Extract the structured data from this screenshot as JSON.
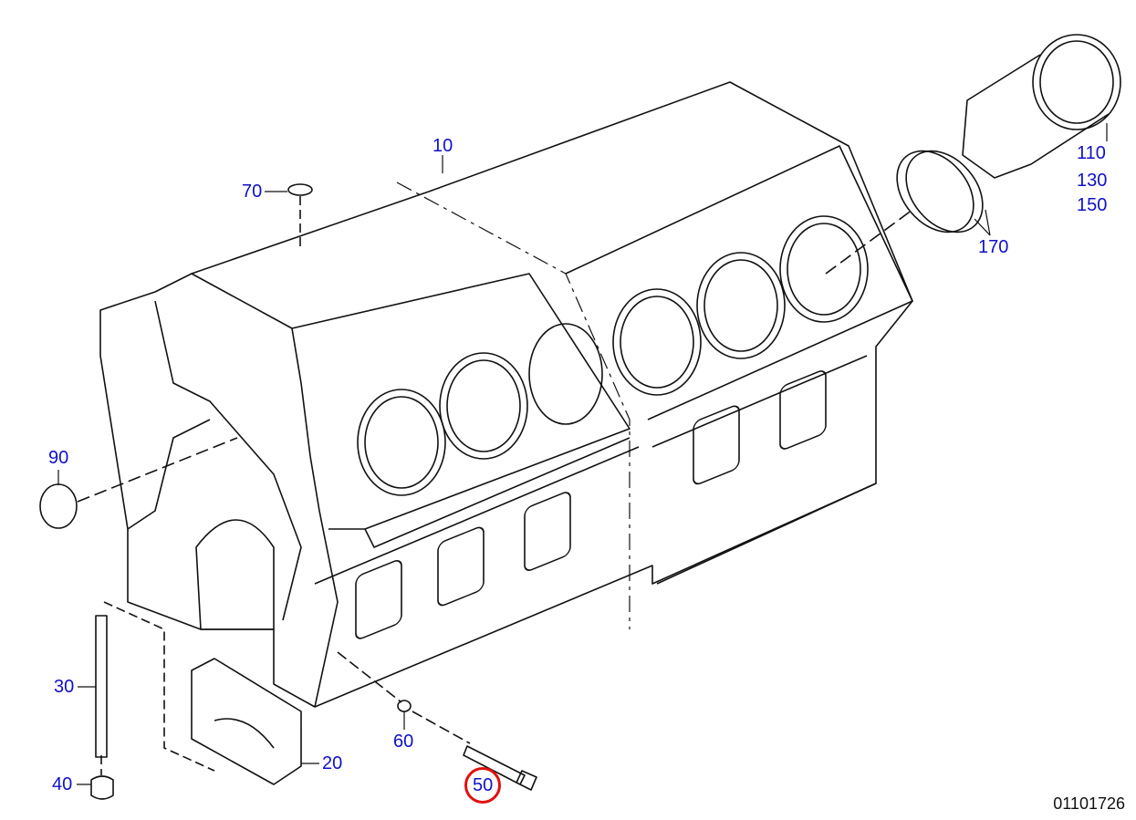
{
  "diagram": {
    "drawing_number": "01101726",
    "highlight_color": "#e01010",
    "label_color": "#1010c8",
    "highlighted_part": "50",
    "callouts": [
      {
        "id": "10",
        "part": "engine-block"
      },
      {
        "id": "20",
        "part": "main-bearing-cap"
      },
      {
        "id": "30",
        "part": "stud"
      },
      {
        "id": "40",
        "part": "nut"
      },
      {
        "id": "50",
        "part": "bolt"
      },
      {
        "id": "60",
        "part": "washer"
      },
      {
        "id": "70",
        "part": "plug"
      },
      {
        "id": "90",
        "part": "sealing-ring"
      },
      {
        "id": "110",
        "part": "cylinder-liner"
      },
      {
        "id": "130",
        "part": "cylinder-liner-variant"
      },
      {
        "id": "150",
        "part": "cylinder-liner-variant"
      },
      {
        "id": "170",
        "part": "o-ring"
      }
    ]
  }
}
